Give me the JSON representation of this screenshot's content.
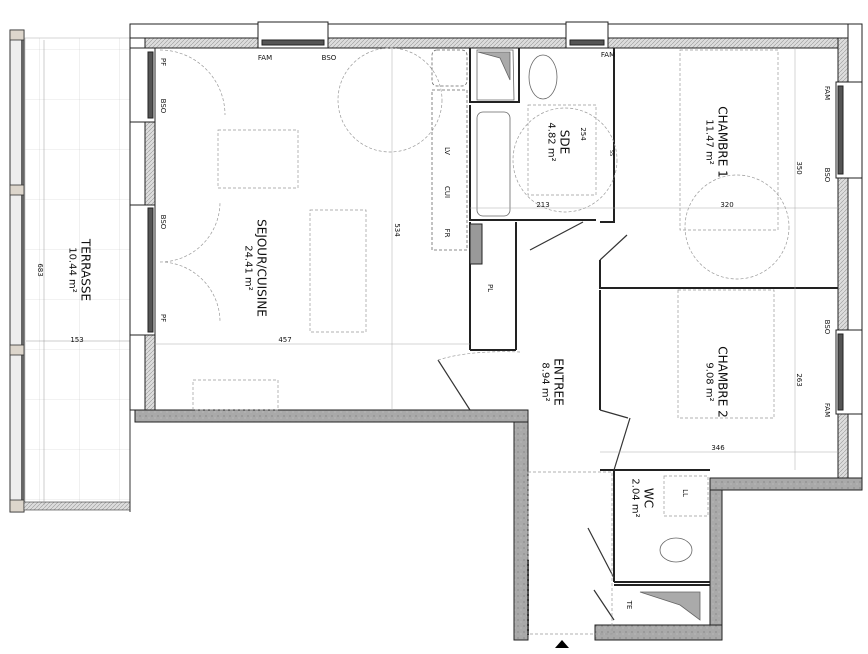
{
  "rooms": {
    "terrasse": {
      "name": "TERRASSE",
      "area": "10.44 m²"
    },
    "sejour": {
      "name": "SEJOUR/CUISINE",
      "area": "24.41 m²"
    },
    "sde": {
      "name": "SDE",
      "area": "4.82 m²"
    },
    "chambre1": {
      "name": "CHAMBRE 1",
      "area": "11.47 m²"
    },
    "chambre2": {
      "name": "CHAMBRE 2",
      "area": "9.08 m²"
    },
    "entree": {
      "name": "ENTREE",
      "area": "8.94 m²"
    },
    "wc": {
      "name": "WC",
      "area": "2.04 m²"
    }
  },
  "annotations": {
    "pf1": "PF",
    "bso1": "BSO",
    "bso2": "BSO",
    "pf2": "PF",
    "fam1": "FAM",
    "bso3": "BSO",
    "fam2": "FAM",
    "fam3": "FAM",
    "bso4": "BSO",
    "bso5": "BSO",
    "fam4": "FAM",
    "lv": "LV",
    "cui": "CUI",
    "fr": "FR",
    "pl": "PL",
    "ll": "LL",
    "te": "TE",
    "ss": "SS"
  },
  "dimensions": {
    "d534": "534",
    "d457": "457",
    "d213": "213",
    "d254": "254",
    "d320": "320",
    "d350": "350",
    "d263": "263",
    "d346": "346",
    "d683": "683",
    "d153": "153"
  },
  "colors": {
    "wall": "#a8a8a8",
    "line": "#222222",
    "dash": "#999999"
  }
}
